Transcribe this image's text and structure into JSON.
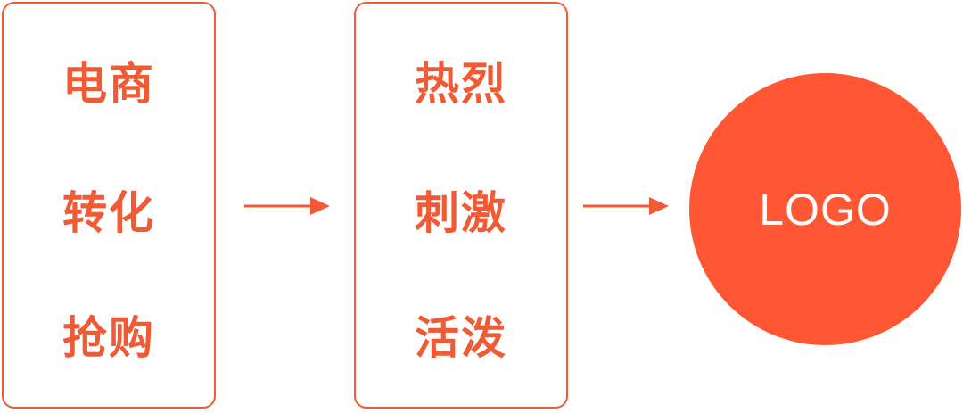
{
  "colors": {
    "accent": "#f05a35",
    "circle_fill": "#ff5733",
    "logo_text": "#ffffff",
    "background": "#ffffff"
  },
  "left_box": {
    "items": [
      "电商",
      "转化",
      "抢购"
    ]
  },
  "middle_box": {
    "items": [
      "热烈",
      "刺激",
      "活泼"
    ]
  },
  "logo": {
    "label": "LOGO"
  }
}
